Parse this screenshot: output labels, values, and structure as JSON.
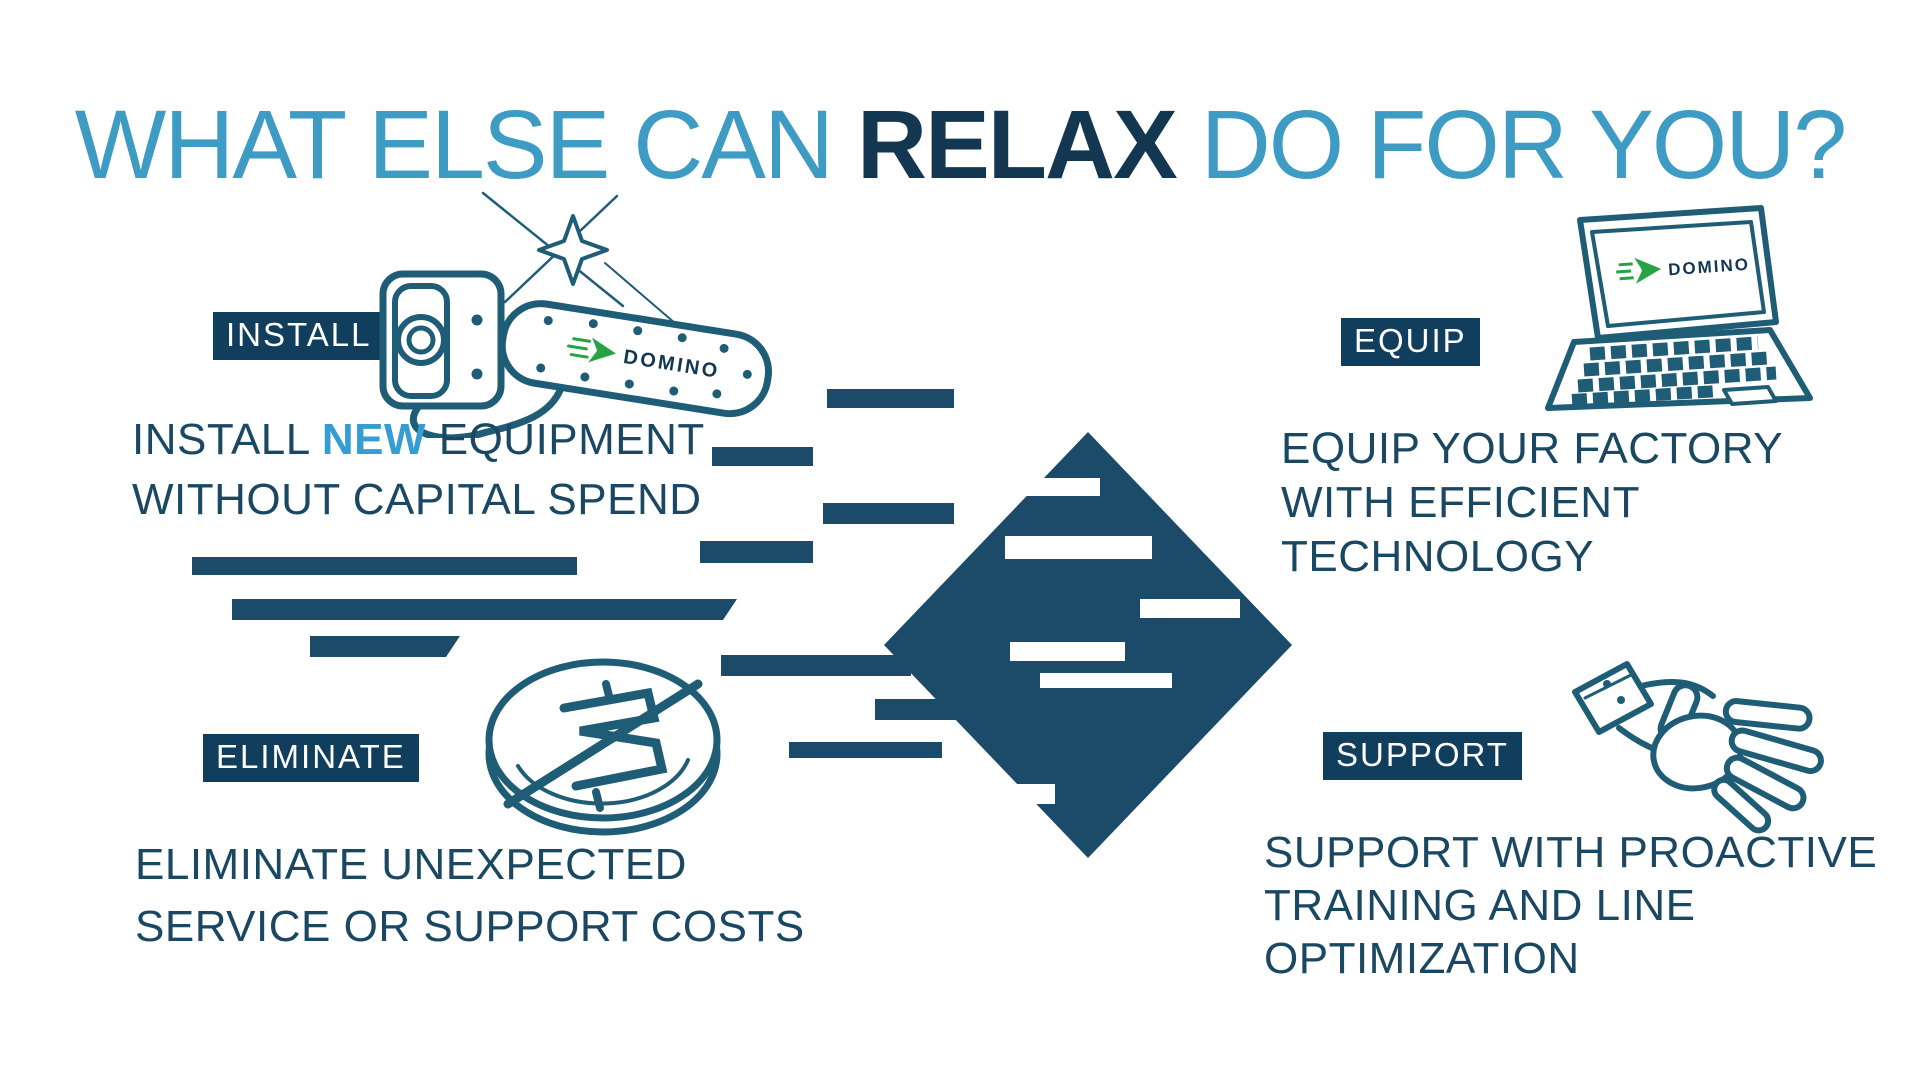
{
  "title": {
    "part1": "WHAT ELSE CAN ",
    "part2": "RELAX",
    "part3": " DO FOR YOU?"
  },
  "colors": {
    "title_light_blue": "#3d9bc4",
    "title_dark_navy": "#133750",
    "body_text_navy": "#1a4863",
    "highlight_blue": "#359dd3",
    "label_background_navy": "#113e5c",
    "shape_navy": "#1b4b68",
    "illustration_stroke_teal": "#1f5d77",
    "logo_green": "#27a245"
  },
  "sections": {
    "install": {
      "label": "INSTALL",
      "icon": "inkjet-printer-icon",
      "printer_brand": "DOMINO",
      "line1_pre": "INSTALL ",
      "line1_highlight": "NEW",
      "line1_post": " EQUIPMENT",
      "line2": "WITHOUT CAPITAL SPEND"
    },
    "equip": {
      "label": "EQUIP",
      "icon": "laptop-icon",
      "laptop_brand": "DOMINO",
      "lines": [
        "EQUIP YOUR FACTORY",
        "WITH EFFICIENT",
        "TECHNOLOGY"
      ]
    },
    "eliminate": {
      "label": "ELIMINATE",
      "icon": "no-dollar-coin-icon",
      "lines": [
        "ELIMINATE UNEXPECTED",
        "SERVICE OR SUPPORT COSTS"
      ]
    },
    "support": {
      "label": "SUPPORT",
      "icon": "open-hand-icon",
      "lines": [
        "SUPPORT WITH PROACTIVE",
        "TRAINING AND LINE",
        "OPTIMIZATION"
      ]
    }
  },
  "center_graphic": {
    "name": "relax-speed-diamond"
  }
}
